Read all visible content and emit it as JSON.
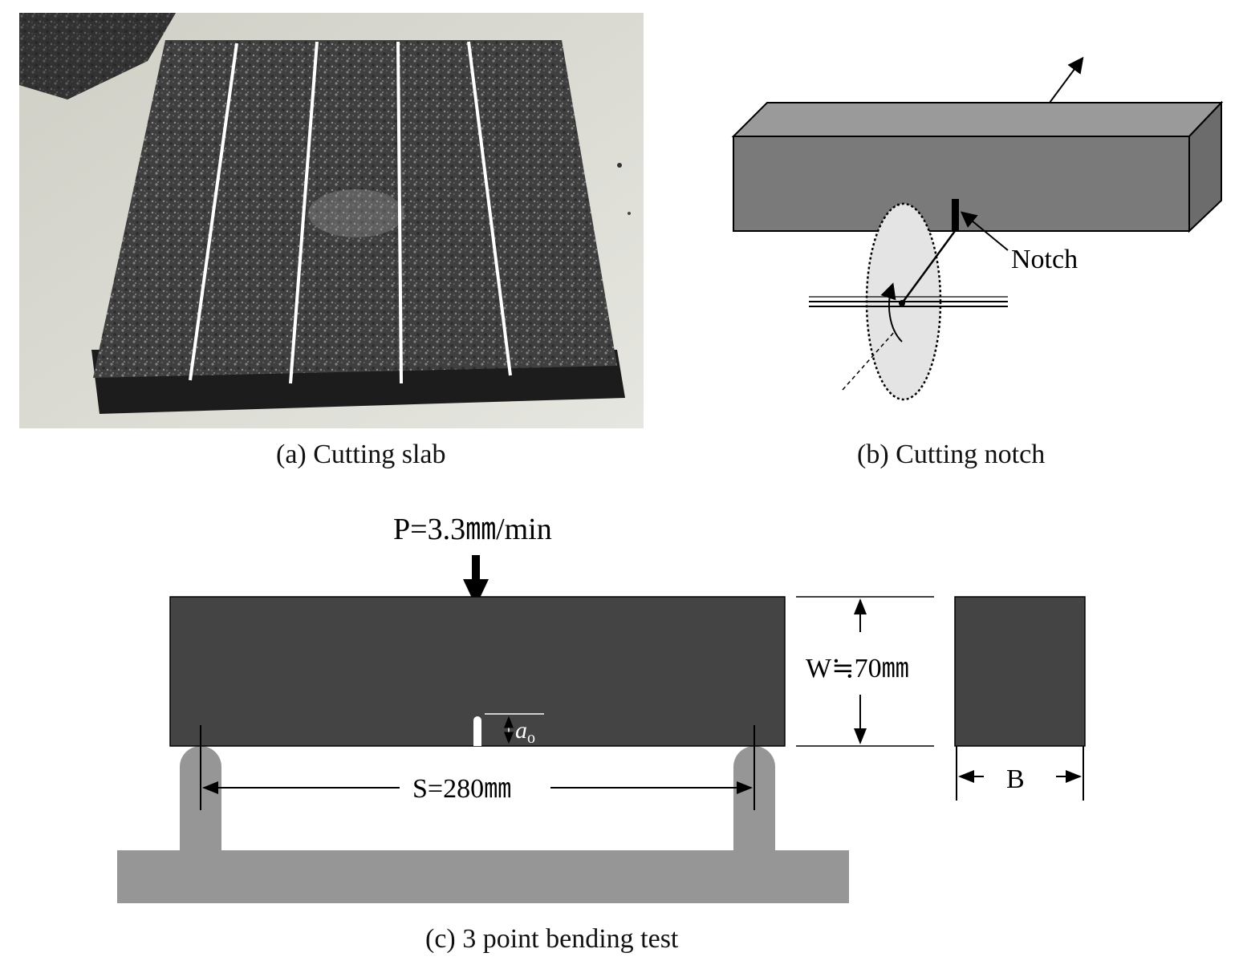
{
  "panels": {
    "a": {
      "caption": "(a) Cutting  slab"
    },
    "b": {
      "caption": "(b) Cutting  notch",
      "notch_label": "Notch"
    },
    "c": {
      "caption": "(c) 3  point  bending  test",
      "load_label": "P=3.3㎜/min",
      "height_label": "W≒70㎜",
      "notch_depth_label": "a",
      "notch_depth_subscript": "o",
      "span_label": "S=280㎜",
      "width_label": "B"
    }
  },
  "colors": {
    "beam_dark": "#444444",
    "beam_3d_front": "#7a7a7a",
    "beam_3d_top": "#9a9a9a",
    "support_gray": "#969696",
    "blade_fill": "#e4e4e4",
    "slab_dark": "#2c2c2c",
    "background_photo": "#dcdcd4"
  },
  "icons": [
    "load-arrow-icon",
    "rotation-arrow-icon",
    "dimension-arrow-icon"
  ]
}
